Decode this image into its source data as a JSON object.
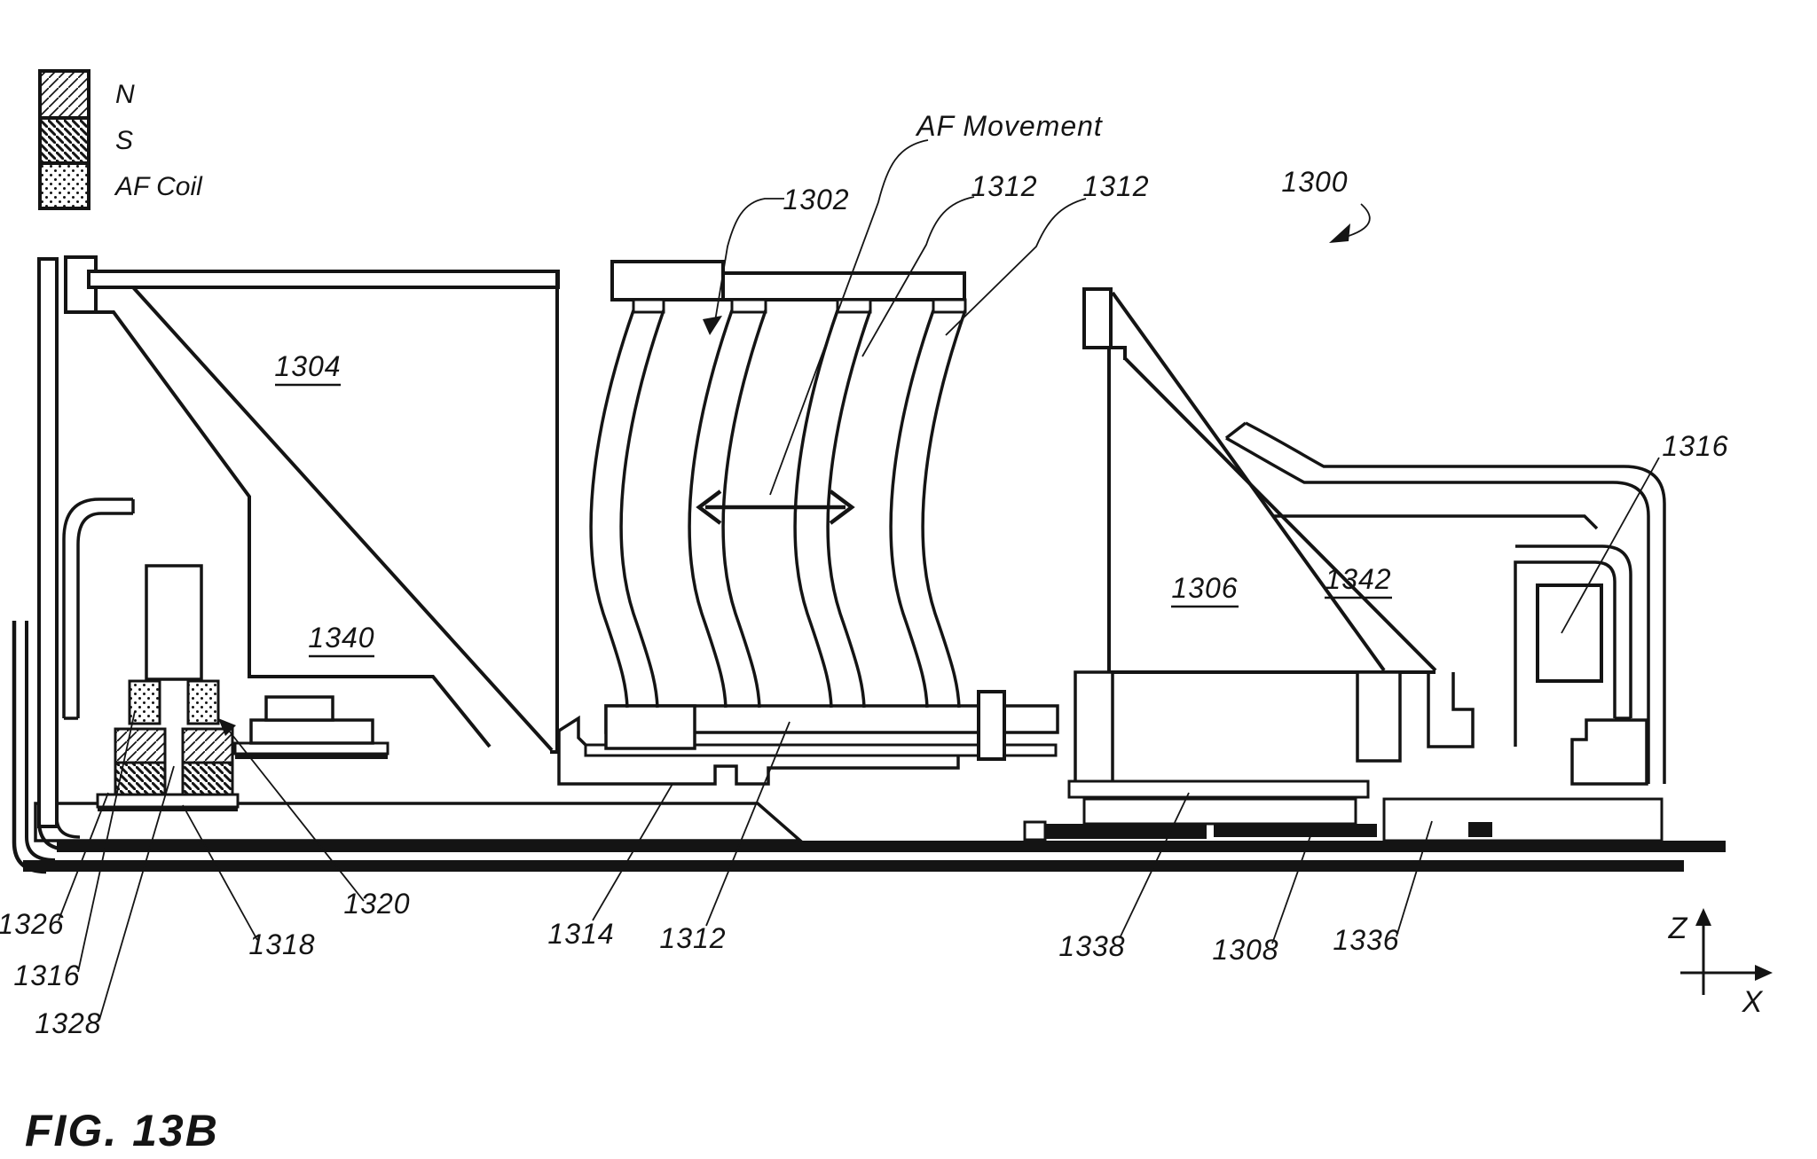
{
  "figure": {
    "caption": "FIG. 13B"
  },
  "colors": {
    "ink": "#141414",
    "bg": "#ffffff"
  },
  "legend": {
    "n_label": "N",
    "s_label": "S",
    "af_coil_label": "AF Coil",
    "n_symbol": "hatch-diagonal-light",
    "s_symbol": "hatch-diagonal-dense",
    "af_coil_symbol": "stipple-dots"
  },
  "axes": {
    "vertical": "Z",
    "horizontal": "X"
  },
  "annotations": {
    "af_movement": "AF Movement",
    "n1300": "1300",
    "n1302": "1302",
    "n1304": "1304",
    "n1306": "1306",
    "n1308": "1308",
    "n1312_top_left": "1312",
    "n1312_top_right": "1312",
    "n1312_bottom": "1312",
    "n1314": "1314",
    "n1316_left": "1316",
    "n1316_right": "1316",
    "n1318": "1318",
    "n1320": "1320",
    "n1326": "1326",
    "n1328": "1328",
    "n1336": "1336",
    "n1338": "1338",
    "n1340": "1340",
    "n1342": "1342"
  }
}
